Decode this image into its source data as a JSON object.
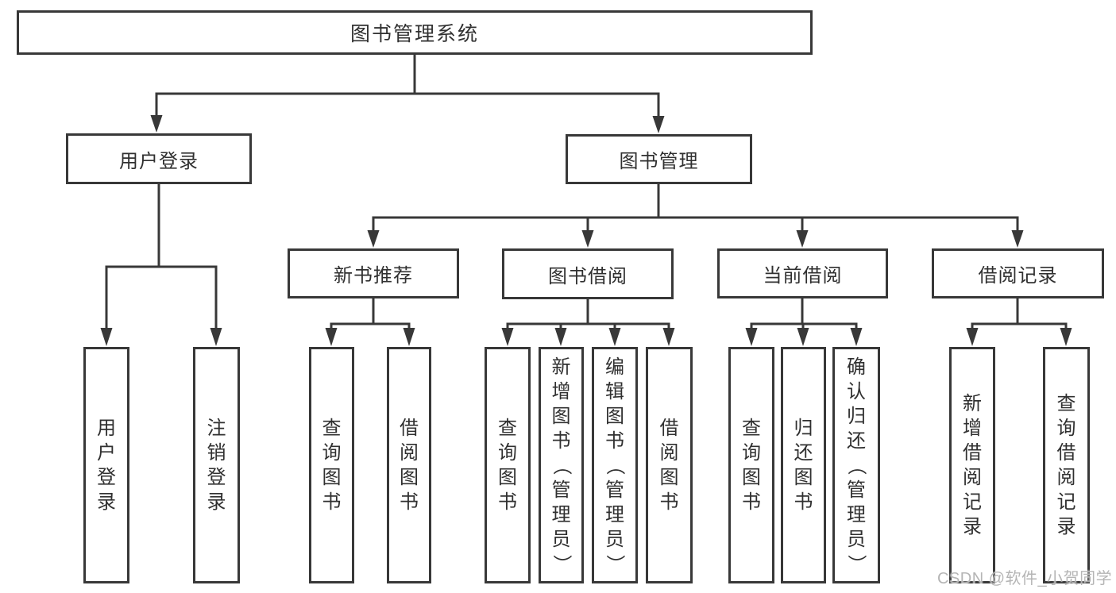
{
  "diagram_type": "hierarchy-tree",
  "tree": {
    "label": "图书管理系统",
    "children": [
      {
        "label": "用户登录",
        "children": [
          {
            "label": "用户登录"
          },
          {
            "label": "注销登录"
          }
        ]
      },
      {
        "label": "图书管理",
        "children": [
          {
            "label": "新书推荐",
            "children": [
              {
                "label": "查询图书"
              },
              {
                "label": "借阅图书"
              }
            ]
          },
          {
            "label": "图书借阅",
            "children": [
              {
                "label": "查询图书"
              },
              {
                "label": "新增图书（管理员）"
              },
              {
                "label": "编辑图书（管理员）"
              },
              {
                "label": "借阅图书"
              }
            ]
          },
          {
            "label": "当前借阅",
            "children": [
              {
                "label": "查询图书"
              },
              {
                "label": "归还图书"
              },
              {
                "label": "确认归还（管理员）"
              }
            ]
          },
          {
            "label": "借阅记录",
            "children": [
              {
                "label": "新增借阅记录"
              },
              {
                "label": "查询借阅记录"
              }
            ]
          }
        ]
      }
    ]
  },
  "watermark": "CSDN @软件_小贺同学",
  "colors": {
    "line": "#383838",
    "box_border": "#383838",
    "box_fill": "#ffffff",
    "text": "#303030",
    "watermark": "#b5b5b5"
  }
}
